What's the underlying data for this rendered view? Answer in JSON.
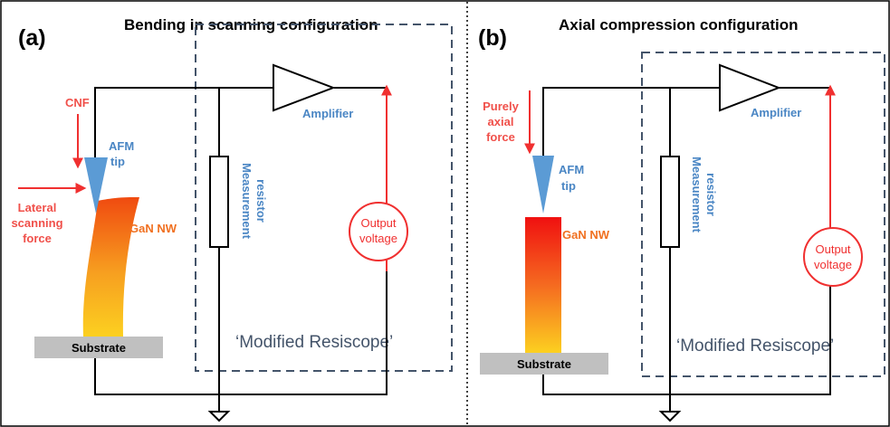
{
  "panels": [
    {
      "letter": "(a)",
      "title": "Bending in scanning configuration",
      "force_label": "CNF",
      "lateral_lines": [
        "Lateral",
        "scanning",
        "force"
      ],
      "tip_lines": [
        "AFM",
        "tip"
      ],
      "nanowire_label": "GaN NW",
      "substrate_label": "Substrate",
      "resistor_lines": [
        "Measurement",
        "resistor"
      ],
      "amplifier_label": "Amplifier",
      "output_lines": [
        "Output",
        "voltage"
      ],
      "box_label": "‘Modified Resiscope’"
    },
    {
      "letter": "(b)",
      "title": "Axial compression configuration",
      "force_lines": [
        "Purely",
        "axial",
        "force"
      ],
      "tip_lines": [
        "AFM",
        "tip"
      ],
      "nanowire_label": "GaN NW",
      "substrate_label": "Substrate",
      "resistor_lines": [
        "Measurement",
        "resistor"
      ],
      "amplifier_label": "Amplifier",
      "output_lines": [
        "Output",
        "voltage"
      ],
      "box_label": "‘Modified Resiscope’"
    }
  ],
  "colors": {
    "wire": "#000000",
    "force_arrow": "#f03030",
    "tip": "#5b9bd5",
    "box_dash": "#44546a",
    "substrate": "#c0c0c0"
  }
}
